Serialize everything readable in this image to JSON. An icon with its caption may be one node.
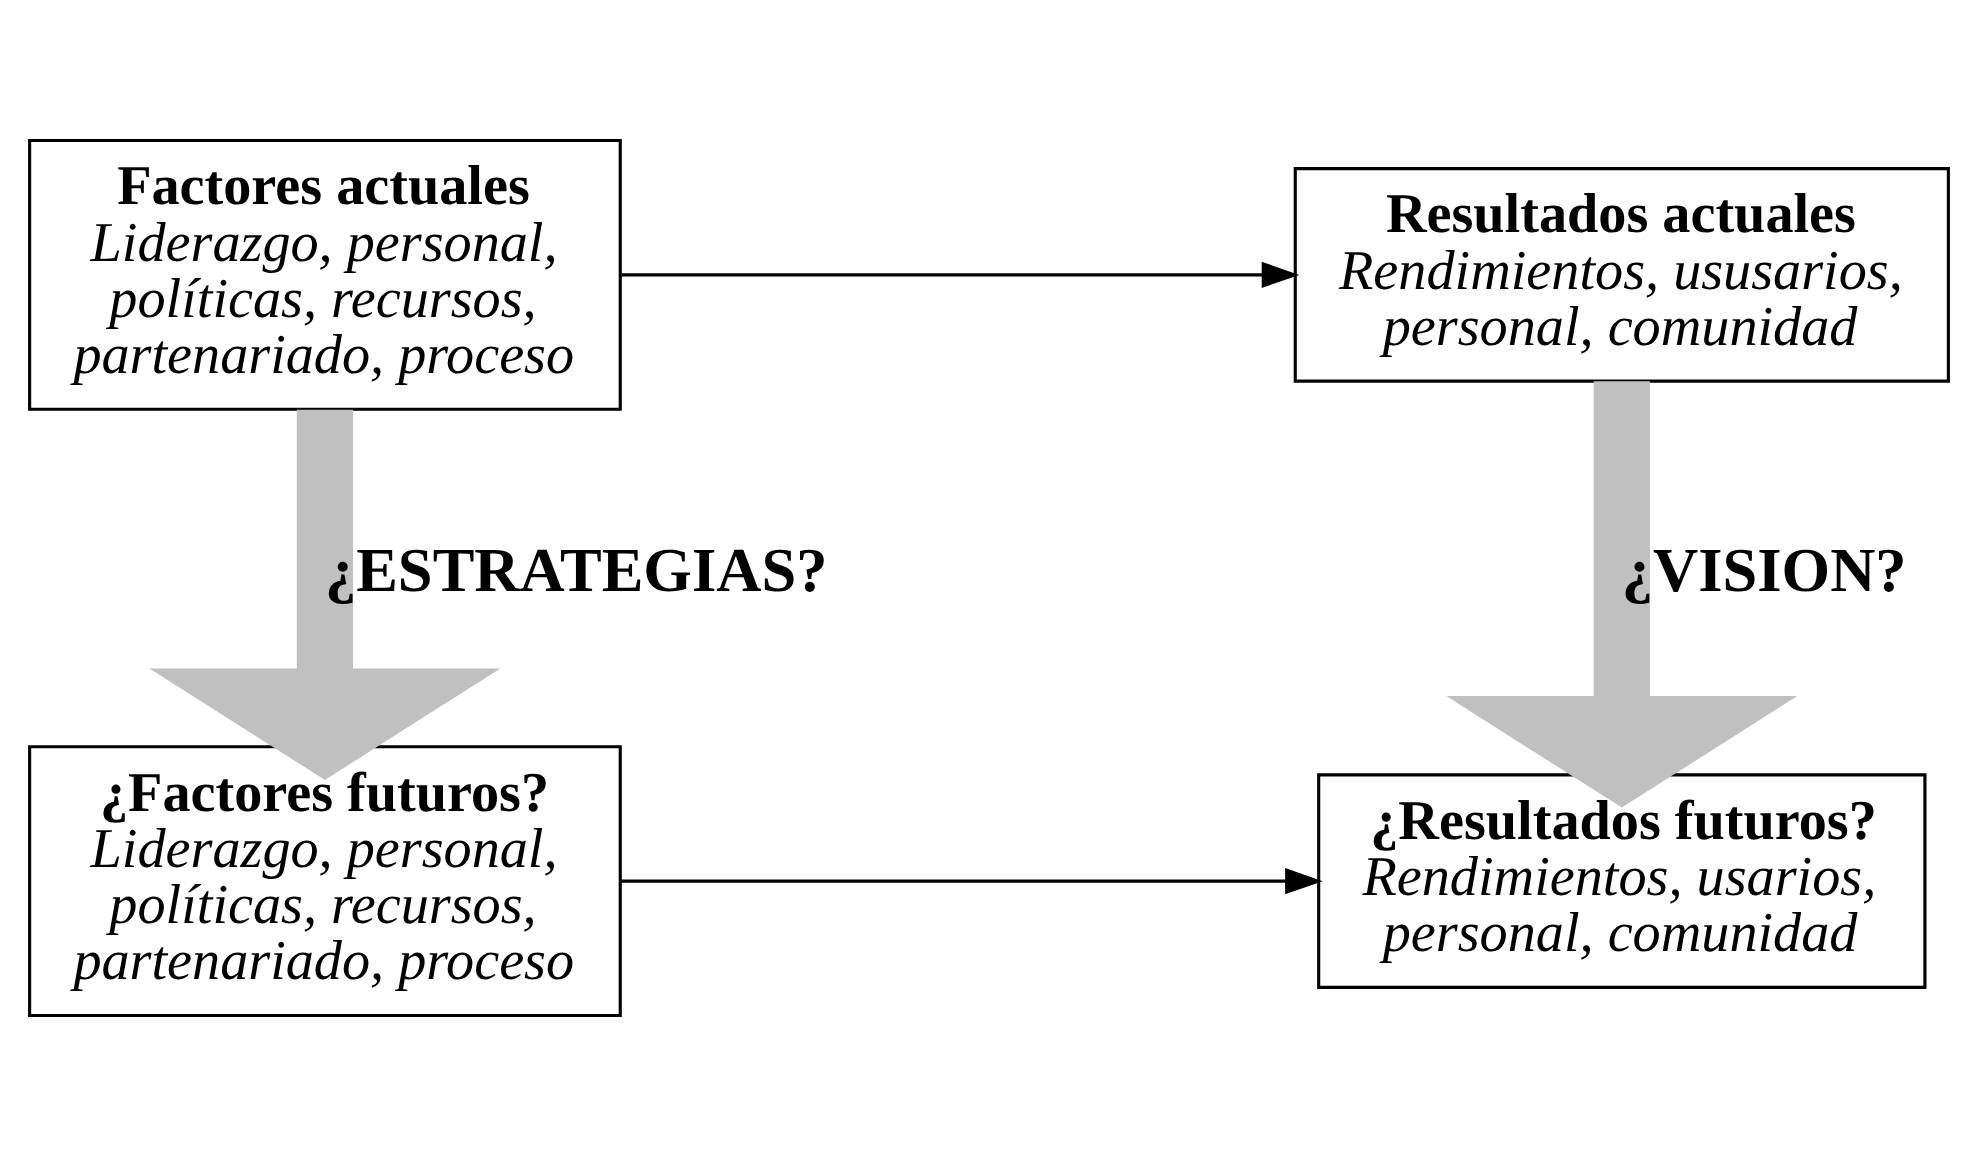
{
  "diagram": {
    "nodes": [
      {
        "text": [
          "Factores actuales",
          "Liderazgo, personal, políticas, recursos, partenariado, proceso"
        ]
      },
      {
        "text": [
          "Resultados actuales",
          "Rendimientos, ususarios, personal, comunidad"
        ]
      },
      {
        "text": [
          "¿Factores futuros?",
          "Liderazgo, personal, políticas, recursos, partenariado, proceso"
        ]
      },
      {
        "text": [
          "¿Resultados futuros?",
          "Rendimientos, usarios, personal, comunidad"
        ]
      }
    ],
    "edges": [
      {
        "from": 0,
        "to": 1,
        "arrow": "to"
      },
      {
        "from": 0,
        "to": 2,
        "arrow": "to",
        "label": "¿ESTRATEGIAS?",
        "style": "thick",
        "color": "#c0c0c0"
      },
      {
        "from": 1,
        "to": 3,
        "arrow": "to",
        "label": "¿VISION?",
        "style": "thick",
        "color": "#c0c0c0"
      },
      {
        "from": 2,
        "to": 3,
        "arrow": "to"
      }
    ]
  }
}
